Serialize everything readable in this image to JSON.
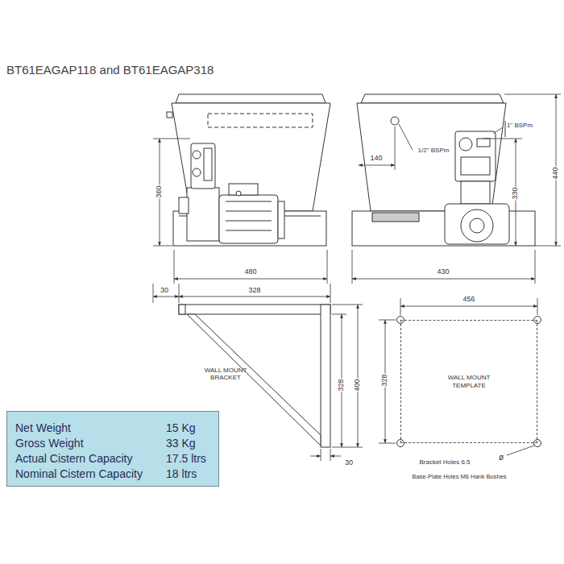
{
  "diagram": {
    "title": "BT61EAGAP118 and BT61EAGAP318",
    "nodes": [
      {
        "text": [
          "Net Weight",
          "15 Kg",
          "Gross Weight",
          "33 Kg",
          "Actual Cistern Capacity",
          "17.5 ltrs",
          "Nominal Cistern Capacity",
          "18 ltrs"
        ]
      },
      {
        "text": [
          "WALL MOUNT TEMPLATE"
        ]
      }
    ],
    "labels": [
      "360",
      "140",
      "1/2\" BSPm",
      "1\" BSPm",
      "330",
      "440",
      "480",
      "430",
      "30",
      "328",
      "456",
      "WALL MOUNT BRACKET",
      "328",
      "400",
      "328",
      "30",
      "Bracket Holes 6.5",
      "ø",
      "Base-Plate Holes M6 Hank Bushes"
    ]
  }
}
